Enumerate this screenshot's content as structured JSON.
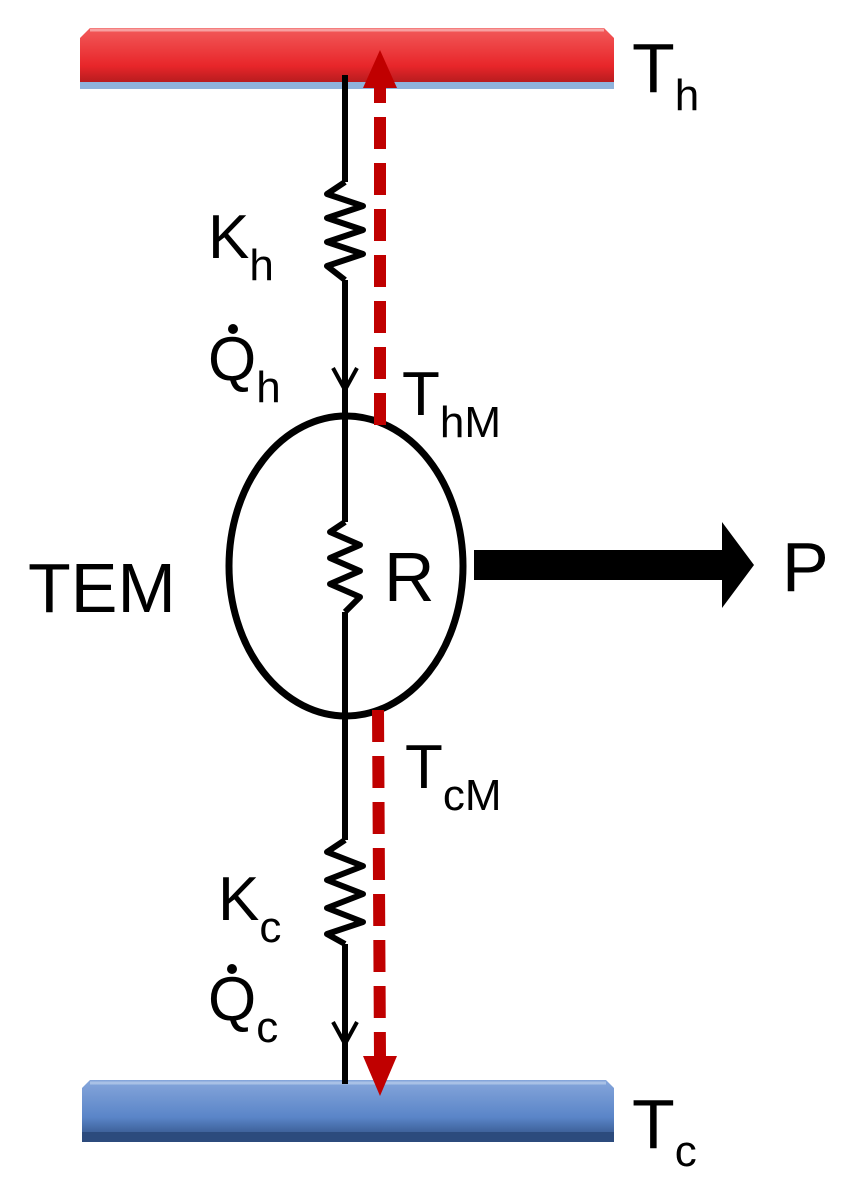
{
  "labels": {
    "hot_reservoir": {
      "main": "T",
      "sub": "h"
    },
    "cold_reservoir": {
      "main": "T",
      "sub": "c"
    },
    "hot_conductance": {
      "main": "K",
      "sub": "h"
    },
    "cold_conductance": {
      "main": "K",
      "sub": "c"
    },
    "hot_heat_flow": {
      "main": "Q",
      "sub": "h"
    },
    "cold_heat_flow": {
      "main": "Q",
      "sub": "c"
    },
    "module_hot_temp": {
      "main": "T",
      "sub": "hM"
    },
    "module_cold_temp": {
      "main": "T",
      "sub": "cM"
    },
    "module": "TEM",
    "resistance": "R",
    "power": "P"
  },
  "colors": {
    "hot_bar": "#e8262a",
    "hot_bar_shadow": "#8fb3dc",
    "cold_bar": "#5a85c8",
    "cold_bar_shadow": "#2c4b7d",
    "dashed_arrow": "#c00000",
    "line": "#000000"
  }
}
